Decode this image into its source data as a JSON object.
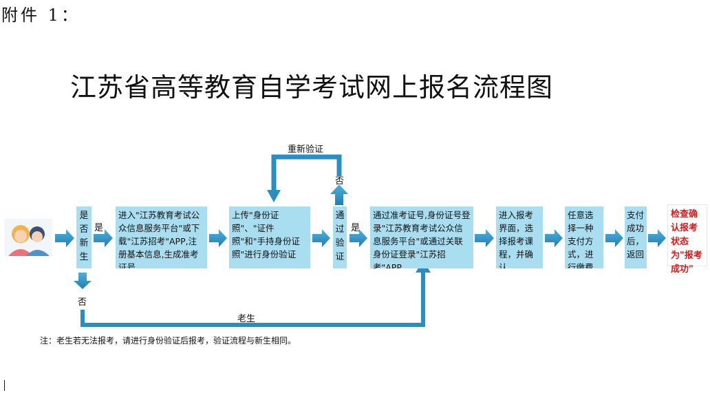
{
  "attachment_label": "附件 1：",
  "title": "江苏省高等教育自学考试网上报名流程图",
  "steps": {
    "new_student_q": "是否新生",
    "register": "进入\"江苏教育考试公众信息服务平台\"或下载\"江苏招考\"APP,注册基本信息,生成准考证号",
    "upload": "上传\"身份证照\"、\"证件照\"和\"手持身份证照\"进行身份验证",
    "pass_check": "通过验证",
    "login": "通过准考证号,身份证号登录\"江苏教育考试公众信息服务平台\"或通过关联身份证登录\"江苏招考\"APP",
    "select_course": "进入报考界面，选择报考课程，并确认",
    "pay": "任意选择一种支付方式，进行缴费",
    "after_pay": "支付成功后，返回",
    "check_status": "检查确认报考状态为\"报考成功\""
  },
  "labels": {
    "yes_1": "是",
    "yes_2": "是",
    "no_1": "否",
    "no_2": "否",
    "reverify": "重新验证",
    "old_student": "老生"
  },
  "note": "注：老生若无法报考，请进行身份验证后报考，验证流程与新生相同。",
  "colors": {
    "box_fill": "#a9def0",
    "arrow": "#2a8fc0",
    "highlight_text": "#e01818"
  },
  "icons": {
    "avatar": "two-people-avatar-icon"
  }
}
